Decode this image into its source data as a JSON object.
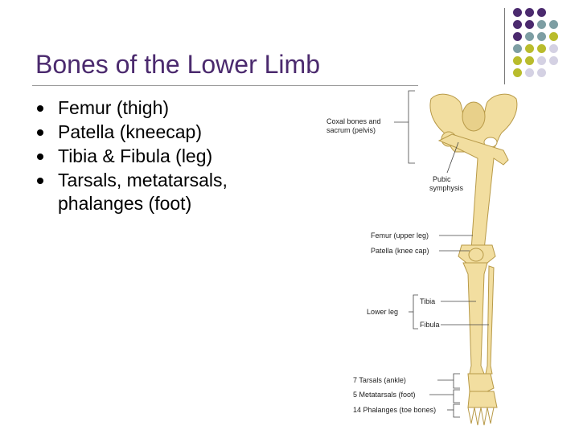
{
  "slide": {
    "title": "Bones of the Lower Limb",
    "bullets": [
      "Femur (thigh)",
      "Patella (kneecap)",
      "Tibia & Fibula (leg)",
      "Tarsals, metatarsals, phalanges (foot)"
    ]
  },
  "diagram": {
    "labels": {
      "coxal_line1": "Coxal bones and",
      "coxal_line2": "sacrum (pelvis)",
      "pubic_line1": "Pubic",
      "pubic_line2": "symphysis",
      "femur": "Femur (upper leg)",
      "patella": "Patella (knee cap)",
      "lower_leg": "Lower leg",
      "tibia": "Tibia",
      "fibula": "Fibula",
      "tarsals": "7 Tarsals (ankle)",
      "metatarsals": "5 Metatarsals (foot)",
      "phalanges": "14 Phalanges (toe bones)"
    },
    "bone_color": "#f2dea0",
    "bone_outline": "#b89a48"
  },
  "decor": {
    "dot_colors": {
      "purple": "#4b2a6e",
      "teal": "#7d9ea3",
      "olive": "#b9bc2c",
      "lavender": "#d4d1e3"
    }
  }
}
